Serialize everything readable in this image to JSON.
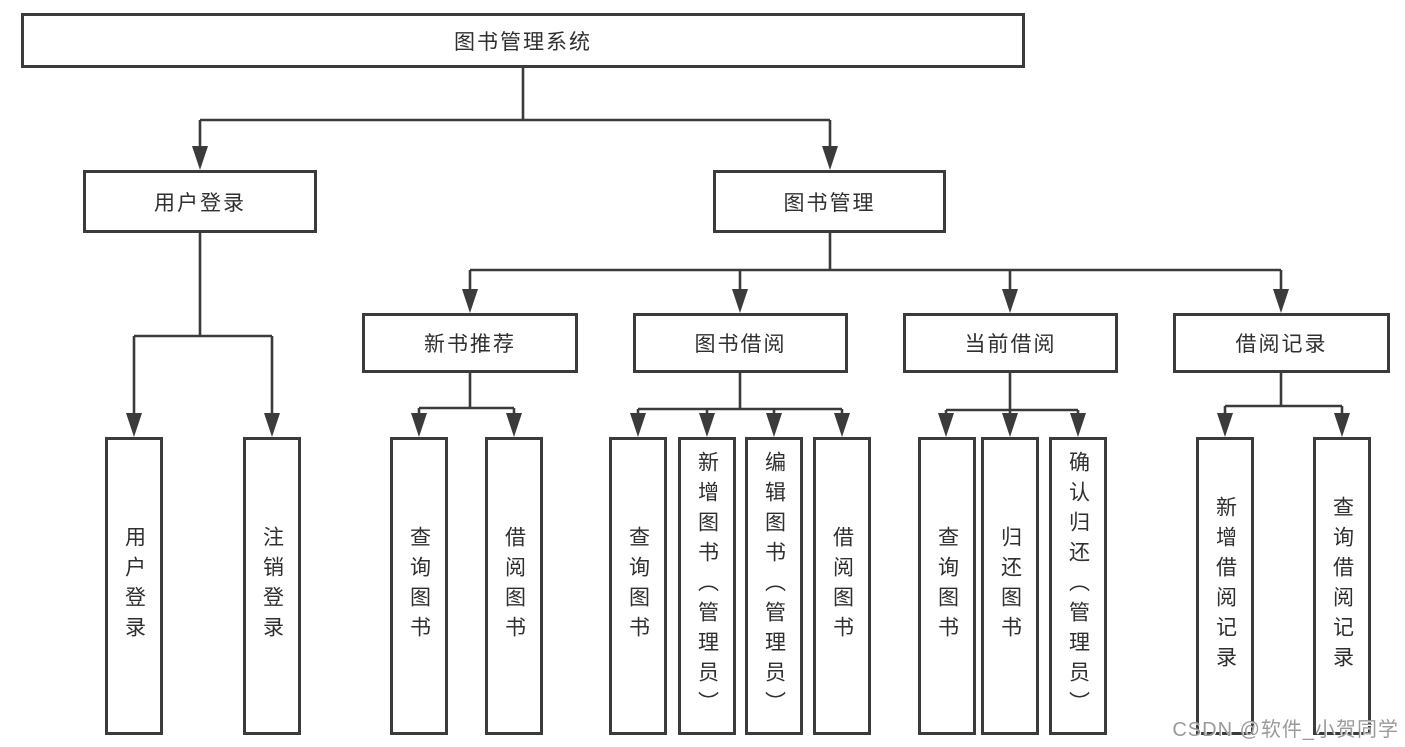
{
  "diagram": {
    "root": {
      "label": "图书管理系统"
    },
    "user_login": {
      "label": "用户登录",
      "children": [
        {
          "label": "用户登录"
        },
        {
          "label": "注销登录"
        }
      ]
    },
    "book_management": {
      "label": "图书管理",
      "sections": [
        {
          "label": "新书推荐",
          "children": [
            {
              "label": "查询图书"
            },
            {
              "label": "借阅图书"
            }
          ]
        },
        {
          "label": "图书借阅",
          "children": [
            {
              "label": "查询图书"
            },
            {
              "label": "新增图书（管理员）"
            },
            {
              "label": "编辑图书（管理员）"
            },
            {
              "label": "借阅图书"
            }
          ]
        },
        {
          "label": "当前借阅",
          "children": [
            {
              "label": "查询图书"
            },
            {
              "label": "归还图书"
            },
            {
              "label": "确认归还（管理员）"
            }
          ]
        },
        {
          "label": "借阅记录",
          "children": [
            {
              "label": "新增借阅记录"
            },
            {
              "label": "查询借阅记录"
            }
          ]
        }
      ]
    }
  },
  "watermark": {
    "text": "CSDN @软件_小贺同学"
  },
  "colors": {
    "line": "#3b3b3b",
    "box_border": "#3b3b3b",
    "text": "#2f2f2f",
    "watermark": "#9a9a9a",
    "background": "#ffffff"
  }
}
